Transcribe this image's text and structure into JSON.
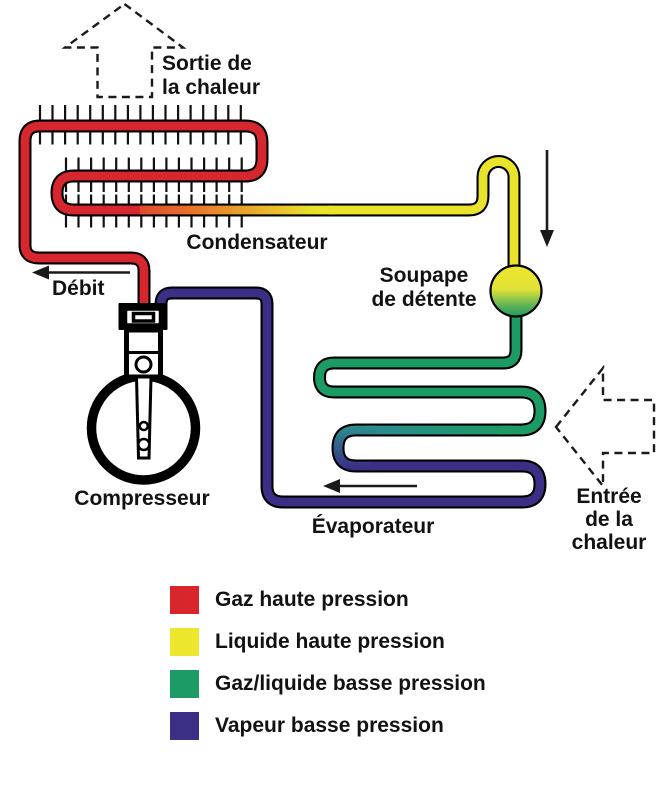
{
  "diagram": {
    "heat_out_label": "Sortie de\nla chaleur",
    "condenser_label": "Condensateur",
    "flow_label": "Débit",
    "valve_label": "Soupape\nde détente",
    "compressor_label": "Compresseur",
    "evaporator_label": "Évaporateur",
    "heat_in_label": "Entrée\nde la\nchaleur",
    "colors": {
      "high_pressure_gas": "#d8262b",
      "transition_orange": "#e8752b",
      "high_pressure_liquid": "#e9e32b",
      "low_pressure_gas_liquid": "#1d9b64",
      "transition_teal": "#2c8b8f",
      "low_pressure_vapor": "#3a2f84",
      "outline": "#000000"
    }
  },
  "legend": {
    "items": [
      {
        "label": "Gaz haute pression",
        "color": "#d8262b"
      },
      {
        "label": "Liquide haute pression",
        "color": "#ece72c"
      },
      {
        "label": "Gaz/liquide basse pression",
        "color": "#1d9b64"
      },
      {
        "label": "Vapeur basse pression",
        "color": "#3a2f84"
      }
    ]
  }
}
